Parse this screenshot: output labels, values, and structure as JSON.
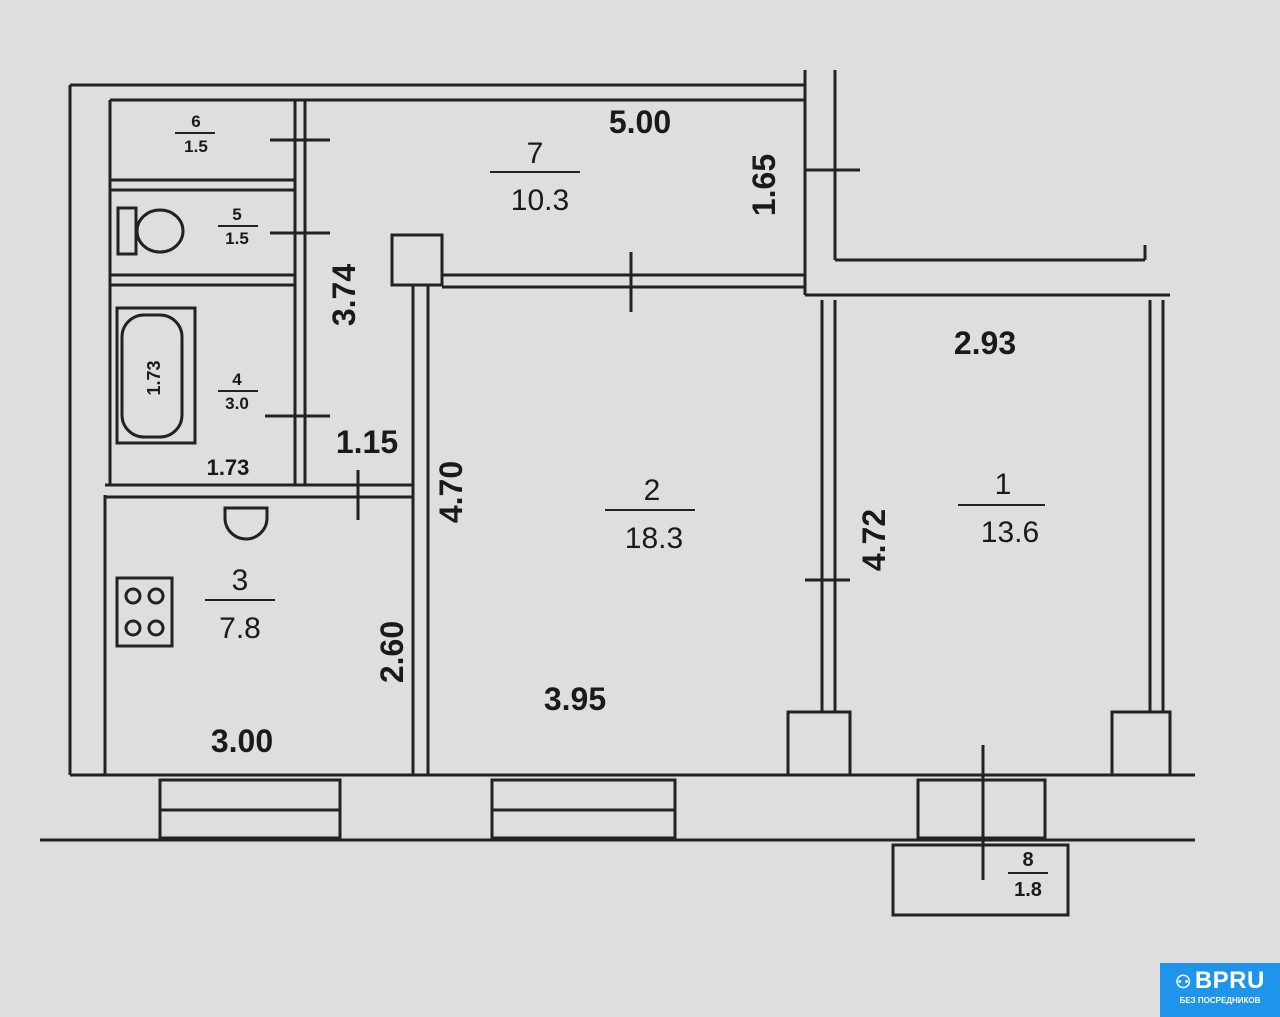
{
  "rooms": [
    {
      "number": "1",
      "area": "13.6"
    },
    {
      "number": "2",
      "area": "18.3"
    },
    {
      "number": "3",
      "area": "7.8"
    },
    {
      "number": "4",
      "area": "3.0"
    },
    {
      "number": "5",
      "area": "1.5"
    },
    {
      "number": "6",
      "area": "1.5"
    },
    {
      "number": "7",
      "area": "10.3"
    },
    {
      "number": "8",
      "area": "1.8"
    }
  ],
  "dimensions": {
    "hall_length": "5.00",
    "hall_width": "1.65",
    "wc_column": "3.74",
    "bath_length": "1.73",
    "bath_width": "1.73",
    "corridor": "1.15",
    "room2_depth": "4.70",
    "room2_width": "3.95",
    "room1_depth": "4.72",
    "room1_width": "2.93",
    "kitchen_depth": "2.60",
    "kitchen_width": "3.00"
  },
  "logo": {
    "brand": "BPRU",
    "tagline": "БЕЗ ПОСРЕДНИКОВ"
  }
}
